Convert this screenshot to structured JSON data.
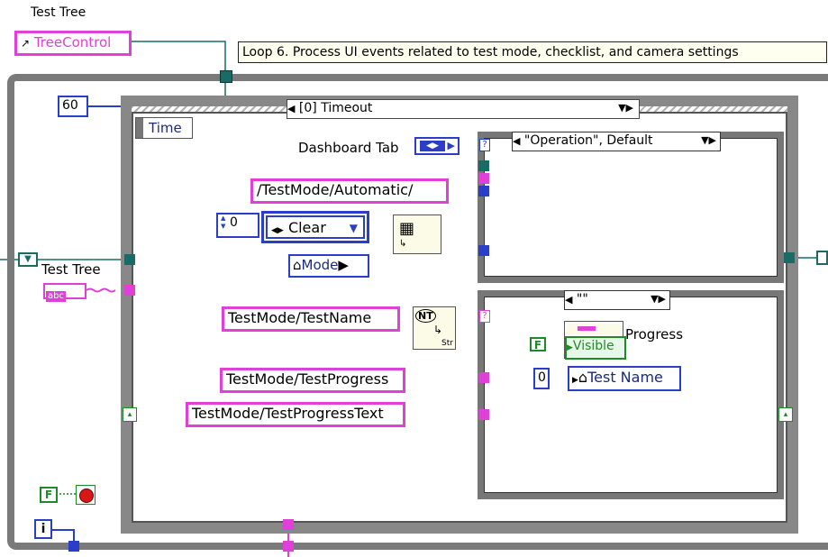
{
  "colors": {
    "string": "#e040d8",
    "numeric": "#2a3ec8",
    "boolean": "#1f8a2a",
    "refnum": "#1a6b66",
    "frame": "#7a7a7a"
  },
  "tree_label_top": "Test Tree",
  "tree_control_label": "TreeControl",
  "loop_comment": "Loop 6. Process UI events related to test mode, checklist, and camera settings",
  "timeout_const": "60",
  "event_case": "[0] Timeout",
  "time_label": "Time",
  "dashboard_tab_label": "Dashboard Tab",
  "inner_case_top": "\"Operation\", Default",
  "path_automatic": "/TestMode/Automatic/",
  "index_value": "0",
  "clear_enum": "Clear",
  "mode_label": "Mode",
  "tree_label_left": "Test Tree",
  "inner_case_bottom": "\"\"",
  "path_testname": "TestMode/TestName",
  "nt_label": "NT",
  "str_label": "Str",
  "path_progress": "TestMode/TestProgress",
  "path_progress_text": "TestMode/TestProgressText",
  "progress_label": "Progress",
  "false_const": "F",
  "visible_label": "Visible",
  "zero_const": "0",
  "test_name_label": "Test Name",
  "stop_false": "F",
  "iteration_label": "i",
  "abc_label": "abc"
}
